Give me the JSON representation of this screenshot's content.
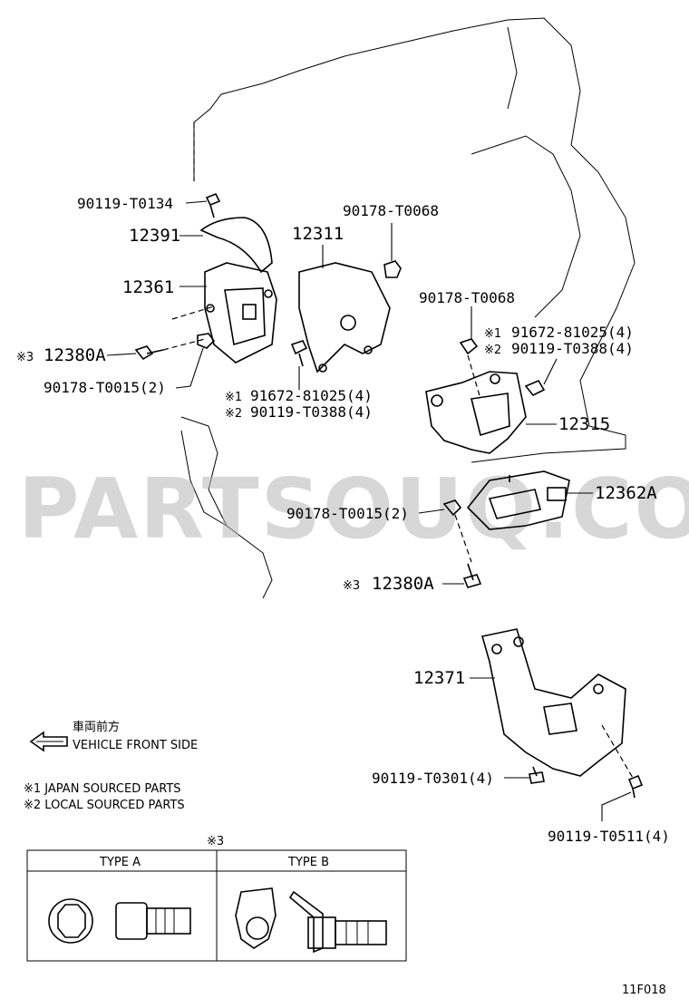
{
  "labels": {
    "p90119_T0134": "90119-T0134",
    "p12391": "12391",
    "p12361": "12361",
    "p12311": "12311",
    "p90178_T0068_a": "90178-T0068",
    "p90178_T0068_b": "90178-T0068",
    "p12380A_a": "12380A",
    "p90178_T0015_a": "90178-T0015(2)",
    "p91672_81025_a": "91672-81025(4)",
    "p90119_T0388_a": "90119-T0388(4)",
    "p91672_81025_b": "91672-81025(4)",
    "p90119_T0388_b": "90119-T0388(4)",
    "p12315": "12315",
    "p12362A": "12362A",
    "p90178_T0015_b": "90178-T0015(2)",
    "p12380A_b": "12380A",
    "p12371": "12371",
    "p90119_T0301": "90119-T0301(4)",
    "p90119_T0511": "90119-T0511(4)"
  },
  "marks": {
    "m1": "※1",
    "m2": "※2",
    "m3": "※3"
  },
  "direction": {
    "jp": "車両前方",
    "en": "VEHICLE FRONT SIDE"
  },
  "notes": {
    "n1": "※1 JAPAN SOURCED PARTS",
    "n2": "※2 LOCAL SOURCED PARTS"
  },
  "type_table": {
    "ref": "※3",
    "type_a": "TYPE A",
    "type_b": "TYPE B"
  },
  "watermark": "PARTSOUQ.COM",
  "figure_code": "11F018"
}
